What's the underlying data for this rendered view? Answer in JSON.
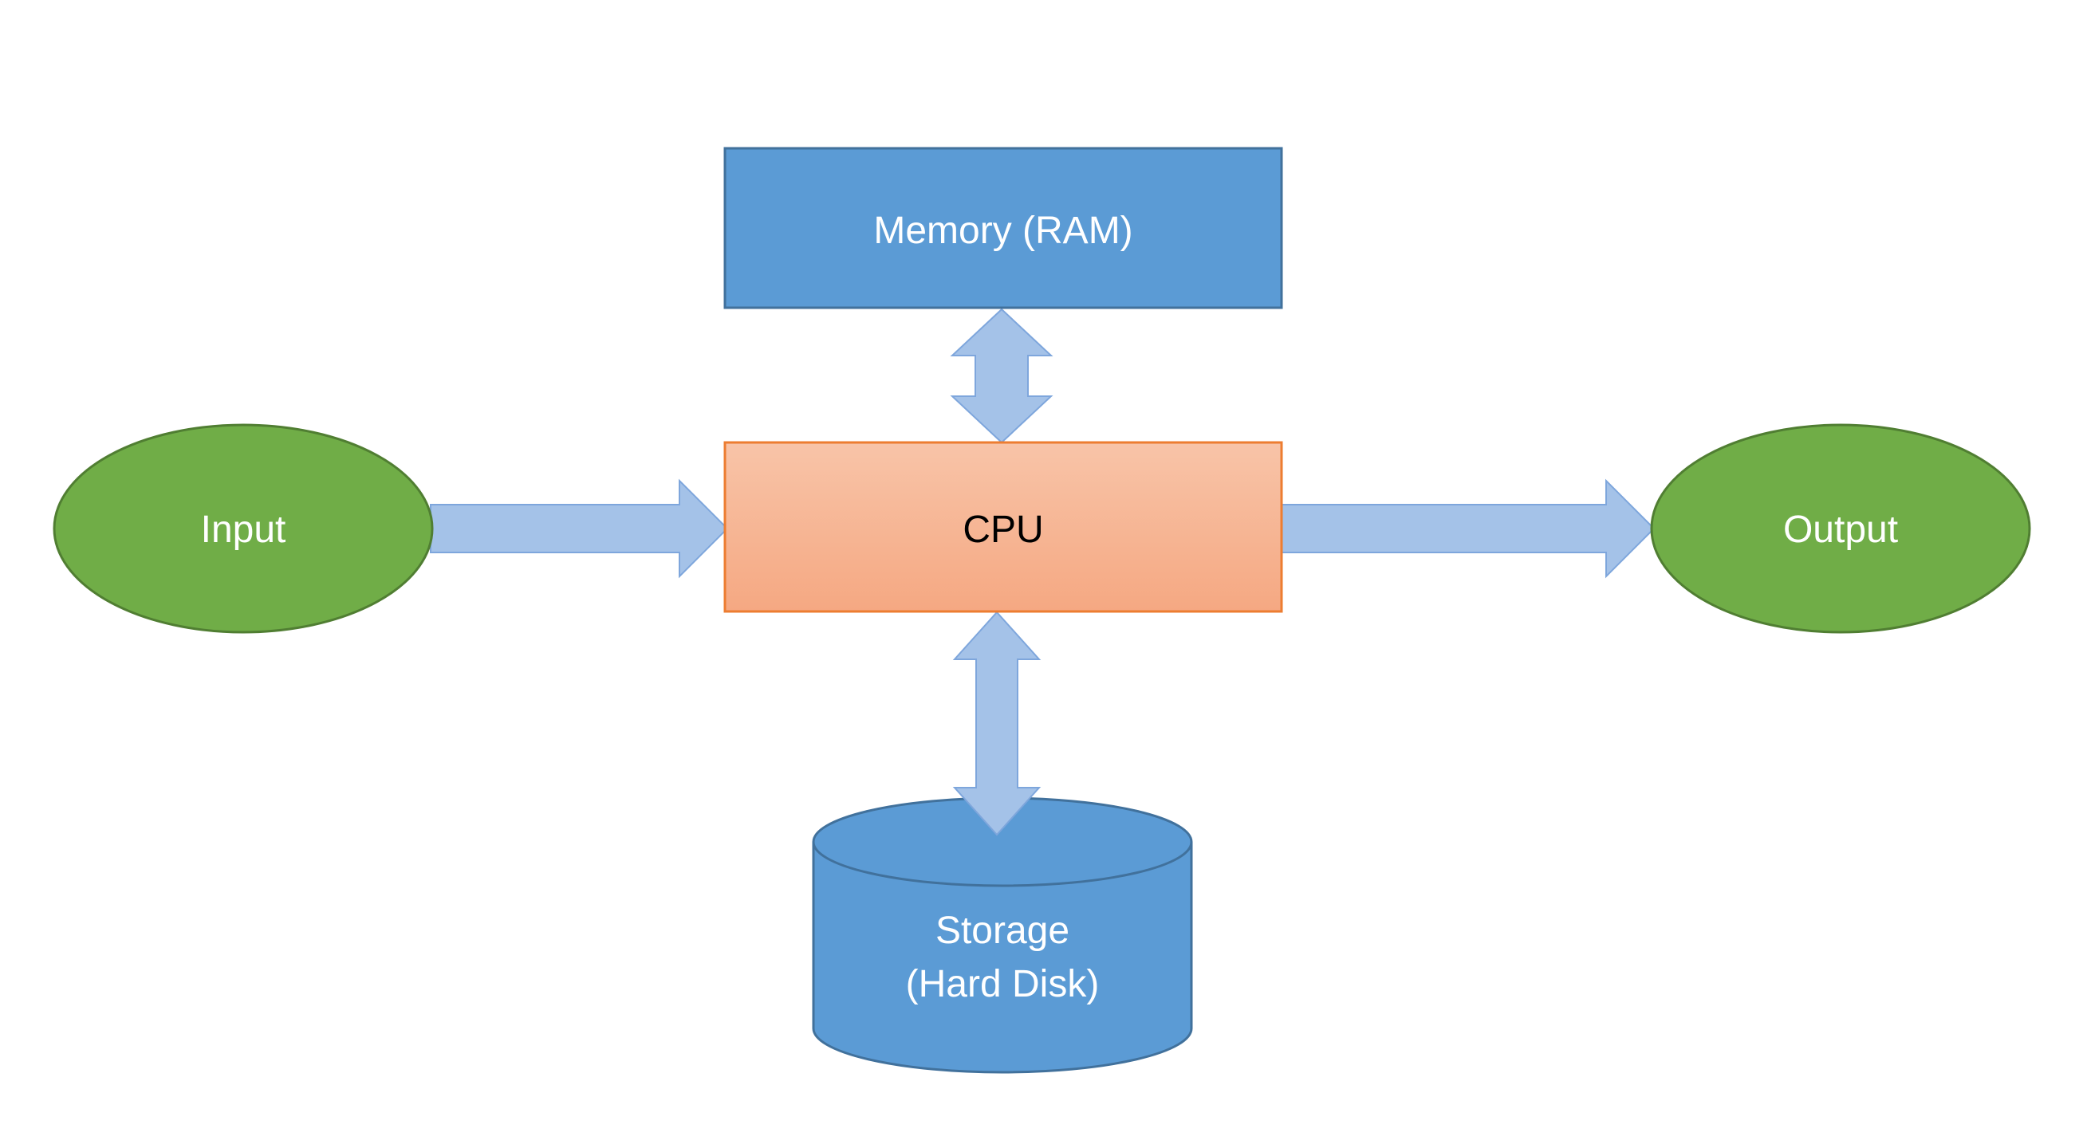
{
  "diagram": {
    "nodes": {
      "memory": {
        "label": "Memory (RAM)",
        "shape": "rectangle",
        "color": "#5B9BD5"
      },
      "cpu": {
        "label": "CPU",
        "shape": "rectangle",
        "color": "#F4B183"
      },
      "input": {
        "label": "Input",
        "shape": "ellipse",
        "color": "#70AD47"
      },
      "output": {
        "label": "Output",
        "shape": "ellipse",
        "color": "#70AD47"
      },
      "storage": {
        "label_line1": "Storage",
        "label_line2": "(Hard Disk)",
        "shape": "cylinder",
        "color": "#5B9BD5"
      }
    },
    "edges": [
      {
        "from": "input",
        "to": "cpu",
        "direction": "one-way"
      },
      {
        "from": "cpu",
        "to": "output",
        "direction": "one-way"
      },
      {
        "from": "cpu",
        "to": "memory",
        "direction": "two-way"
      },
      {
        "from": "cpu",
        "to": "storage",
        "direction": "two-way"
      }
    ],
    "arrow_color": "#A4C2E8"
  }
}
